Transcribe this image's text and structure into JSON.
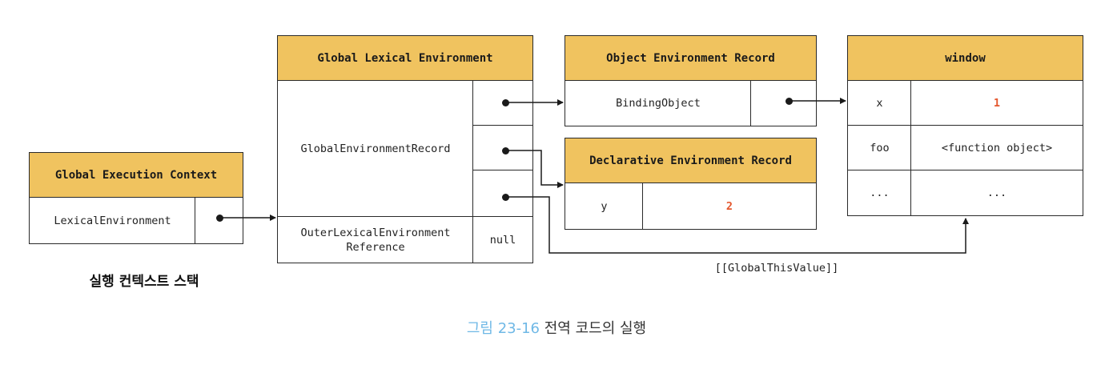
{
  "gec": {
    "title": "Global Execution Context",
    "lexical_env_label": "LexicalEnvironment"
  },
  "stack_label": "실행 컨텍스트 스택",
  "gle": {
    "title": "Global Lexical Environment",
    "record_label": "GlobalEnvironmentRecord",
    "outer_label": "OuterLexicalEnvironment\nReference",
    "outer_value": "null"
  },
  "oer": {
    "title": "Object Environment Record",
    "binding_label": "BindingObject"
  },
  "der": {
    "title": "Declarative Environment Record",
    "rows": [
      {
        "key": "y",
        "value": "2"
      }
    ]
  },
  "window": {
    "title": "window",
    "rows": [
      {
        "key": "x",
        "value": "1"
      },
      {
        "key": "foo",
        "value": "<function object>"
      },
      {
        "key": "...",
        "value": "..."
      }
    ]
  },
  "global_this_label": "[[GlobalThisValue]]",
  "caption": {
    "figure_number": "그림 23-16",
    "title": "전역 코드의 실행"
  },
  "colors": {
    "header": "#f0c35f",
    "value_red": "#e4572e",
    "caption_number": "#6fb8e6"
  }
}
